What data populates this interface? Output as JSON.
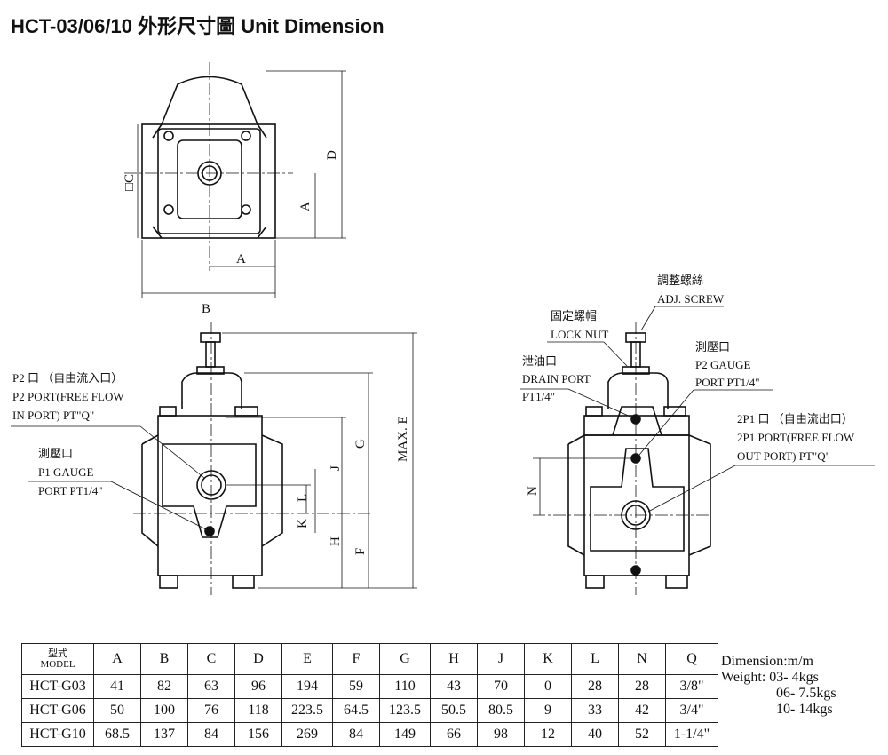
{
  "title": "HCT-03/06/10 外形尺寸圖  Unit Dimension",
  "top_view": {
    "dim_A_horizontal": "A",
    "dim_A_vertical": "A",
    "dim_B": "B",
    "dim_C": "□C",
    "dim_D": "D"
  },
  "side_view": {
    "dims": {
      "E": "MAX. E",
      "G": "G",
      "J": "J",
      "L": "L",
      "K": "K",
      "H": "H",
      "F": "F"
    },
    "p2_port": [
      "P2 口 （自由流入口）",
      "P2 PORT(FREE FLOW",
      "IN PORT) PT\"Q\""
    ],
    "p1_gauge": [
      "測壓口",
      "P1 GAUGE",
      "PORT PT1/4\""
    ]
  },
  "front_view": {
    "dims": {
      "N": "N"
    },
    "adj_screw": [
      "調整螺絲",
      "ADJ. SCREW"
    ],
    "lock_nut": [
      "固定螺帽",
      "LOCK NUT"
    ],
    "drain_port": [
      "泄油口",
      "DRAIN PORT",
      "PT1/4\""
    ],
    "p2_gauge": [
      "測壓口",
      "P2 GAUGE",
      "PORT PT1/4\""
    ],
    "p1_port": [
      "2P1 口 （自由流出口）",
      "2P1 PORT(FREE FLOW",
      "OUT PORT) PT\"Q\""
    ]
  },
  "table": {
    "model_header": [
      "型式",
      "MODEL"
    ],
    "columns": [
      "A",
      "B",
      "C",
      "D",
      "E",
      "F",
      "G",
      "H",
      "J",
      "K",
      "L",
      "N",
      "Q"
    ],
    "rows": [
      {
        "model": "HCT-G03",
        "values": [
          "41",
          "82",
          "63",
          "96",
          "194",
          "59",
          "110",
          "43",
          "70",
          "0",
          "28",
          "28",
          "3/8\""
        ]
      },
      {
        "model": "HCT-G06",
        "values": [
          "50",
          "100",
          "76",
          "118",
          "223.5",
          "64.5",
          "123.5",
          "50.5",
          "80.5",
          "9",
          "33",
          "42",
          "3/4\""
        ]
      },
      {
        "model": "HCT-G10",
        "values": [
          "68.5",
          "137",
          "84",
          "156",
          "269",
          "84",
          "149",
          "66",
          "98",
          "12",
          "40",
          "52",
          "1-1/4\""
        ]
      }
    ]
  },
  "notes": {
    "dimension": "Dimension:m/m",
    "weight_label": "Weight: 03- 4kgs",
    "weight_06": "06- 7.5kgs",
    "weight_10": "10- 14kgs"
  }
}
